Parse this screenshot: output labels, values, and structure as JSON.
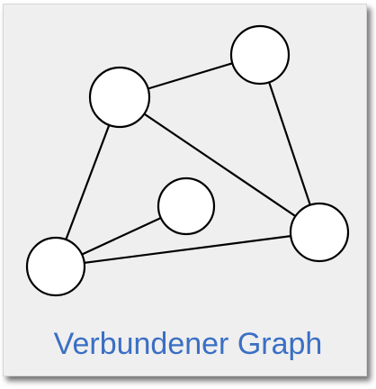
{
  "figure": {
    "caption": "Verbundener Graph",
    "caption_color": "#3a6fc4",
    "background_color": "#efefef",
    "node_fill": "#ffffff",
    "stroke_color": "#000000"
  },
  "graph": {
    "nodes": [
      {
        "id": "top-right"
      },
      {
        "id": "upper-left"
      },
      {
        "id": "center-small"
      },
      {
        "id": "right"
      },
      {
        "id": "bottom-left"
      }
    ],
    "edges": [
      [
        "upper-left",
        "top-right"
      ],
      [
        "top-right",
        "right"
      ],
      [
        "upper-left",
        "right"
      ],
      [
        "upper-left",
        "bottom-left"
      ],
      [
        "bottom-left",
        "center-small"
      ],
      [
        "bottom-left",
        "right"
      ]
    ]
  }
}
